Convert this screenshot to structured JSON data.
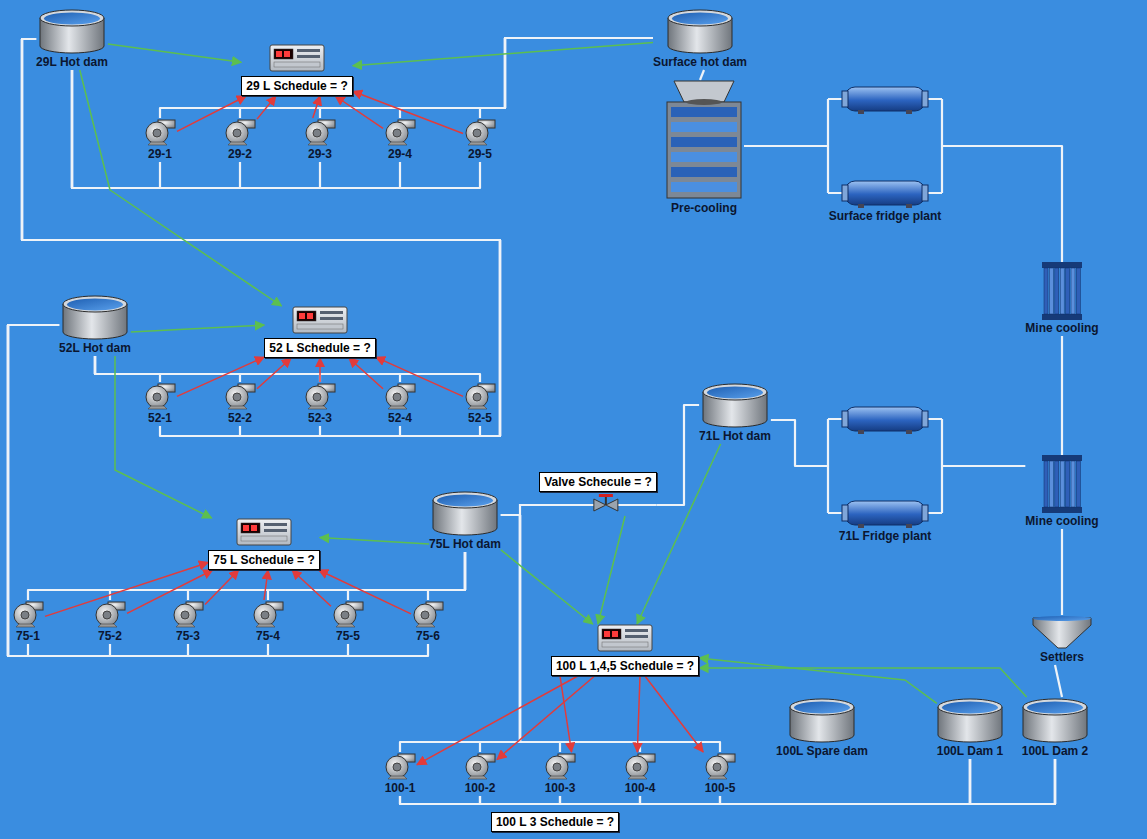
{
  "diagram": {
    "nodes": [
      {
        "text": [
          "29L Hot dam"
        ]
      },
      {
        "text": [
          "29 L Schedule = ?"
        ]
      },
      {
        "text": [
          "Surface hot dam"
        ]
      },
      {
        "text": [
          "29-1"
        ]
      },
      {
        "text": [
          "29-2"
        ]
      },
      {
        "text": [
          "29-3"
        ]
      },
      {
        "text": [
          "29-4"
        ]
      },
      {
        "text": [
          "29-5"
        ]
      },
      {
        "text": [
          "Pre-cooling"
        ]
      },
      {
        "text": [
          "Surface fridge plant"
        ]
      },
      {
        "text": [
          "Mine cooling"
        ]
      },
      {
        "text": [
          "52L Hot dam"
        ]
      },
      {
        "text": [
          "52 L Schedule = ?"
        ]
      },
      {
        "text": [
          "52-1"
        ]
      },
      {
        "text": [
          "52-2"
        ]
      },
      {
        "text": [
          "52-3"
        ]
      },
      {
        "text": [
          "52-4"
        ]
      },
      {
        "text": [
          "52-5"
        ]
      },
      {
        "text": [
          "71L Hot dam"
        ]
      },
      {
        "text": [
          "71L Fridge plant"
        ]
      },
      {
        "text": [
          "Mine cooling"
        ]
      },
      {
        "text": [
          "Valve Schecule = ?"
        ]
      },
      {
        "text": [
          "75 L Schedule = ?"
        ]
      },
      {
        "text": [
          "75L Hot dam"
        ]
      },
      {
        "text": [
          "75-1"
        ]
      },
      {
        "text": [
          "75-2"
        ]
      },
      {
        "text": [
          "75-3"
        ]
      },
      {
        "text": [
          "75-4"
        ]
      },
      {
        "text": [
          "75-5"
        ]
      },
      {
        "text": [
          "75-6"
        ]
      },
      {
        "text": [
          "100 L 1,4,5 Schedule = ?"
        ]
      },
      {
        "text": [
          "Settlers"
        ]
      },
      {
        "text": [
          "100L Spare dam"
        ]
      },
      {
        "text": [
          "100L Dam 1"
        ]
      },
      {
        "text": [
          "100L Dam 2"
        ]
      },
      {
        "text": [
          "100-1"
        ]
      },
      {
        "text": [
          "100-2"
        ]
      },
      {
        "text": [
          "100-3"
        ]
      },
      {
        "text": [
          "100-4"
        ]
      },
      {
        "text": [
          "100-5"
        ]
      },
      {
        "text": [
          "100 L 3 Schedule = ?"
        ]
      }
    ],
    "edges": [
      {
        "from": 0,
        "to": 1,
        "arrow": "to"
      },
      {
        "from": 2,
        "to": 1,
        "arrow": "to"
      },
      {
        "from": 3,
        "to": 1,
        "arrow": "to"
      },
      {
        "from": 4,
        "to": 1,
        "arrow": "to"
      },
      {
        "from": 5,
        "to": 1,
        "arrow": "to"
      },
      {
        "from": 6,
        "to": 1,
        "arrow": "to"
      },
      {
        "from": 7,
        "to": 1,
        "arrow": "to"
      },
      {
        "from": 0,
        "to": 12,
        "arrow": "to"
      },
      {
        "from": 11,
        "to": 12,
        "arrow": "to"
      },
      {
        "from": 13,
        "to": 12,
        "arrow": "to"
      },
      {
        "from": 14,
        "to": 12,
        "arrow": "to"
      },
      {
        "from": 15,
        "to": 12,
        "arrow": "to"
      },
      {
        "from": 16,
        "to": 12,
        "arrow": "to"
      },
      {
        "from": 17,
        "to": 12,
        "arrow": "to"
      },
      {
        "from": 11,
        "to": 22,
        "arrow": "to"
      },
      {
        "from": 23,
        "to": 22,
        "arrow": "to"
      },
      {
        "from": 24,
        "to": 22,
        "arrow": "to"
      },
      {
        "from": 25,
        "to": 22,
        "arrow": "to"
      },
      {
        "from": 26,
        "to": 22,
        "arrow": "to"
      },
      {
        "from": 27,
        "to": 22,
        "arrow": "to"
      },
      {
        "from": 28,
        "to": 22,
        "arrow": "to"
      },
      {
        "from": 29,
        "to": 22,
        "arrow": "to"
      },
      {
        "from": 23,
        "to": 30,
        "arrow": "to"
      },
      {
        "from": 18,
        "to": 30,
        "arrow": "to"
      },
      {
        "from": 21,
        "to": 30,
        "arrow": "to"
      },
      {
        "from": 33,
        "to": 30,
        "arrow": "to"
      },
      {
        "from": 34,
        "to": 30,
        "arrow": "to"
      },
      {
        "from": 30,
        "to": 35,
        "arrow": "to"
      },
      {
        "from": 30,
        "to": 36,
        "arrow": "to"
      },
      {
        "from": 30,
        "to": 37,
        "arrow": "to"
      },
      {
        "from": 30,
        "to": 38,
        "arrow": "to"
      },
      {
        "from": 30,
        "to": 39,
        "arrow": "to"
      },
      {
        "from": 0,
        "to": 3,
        "arrow": "none"
      },
      {
        "from": 0,
        "to": 4,
        "arrow": "none"
      },
      {
        "from": 0,
        "to": 5,
        "arrow": "none"
      },
      {
        "from": 0,
        "to": 6,
        "arrow": "none"
      },
      {
        "from": 0,
        "to": 7,
        "arrow": "none"
      },
      {
        "from": 3,
        "to": 2,
        "arrow": "none"
      },
      {
        "from": 4,
        "to": 2,
        "arrow": "none"
      },
      {
        "from": 5,
        "to": 2,
        "arrow": "none"
      },
      {
        "from": 6,
        "to": 2,
        "arrow": "none"
      },
      {
        "from": 7,
        "to": 2,
        "arrow": "none"
      },
      {
        "from": 2,
        "to": 8,
        "arrow": "none"
      },
      {
        "from": 8,
        "to": 9,
        "arrow": "none"
      },
      {
        "from": 9,
        "to": 10,
        "arrow": "none"
      },
      {
        "from": 10,
        "to": 20,
        "arrow": "none"
      },
      {
        "from": 11,
        "to": 13,
        "arrow": "none"
      },
      {
        "from": 11,
        "to": 14,
        "arrow": "none"
      },
      {
        "from": 11,
        "to": 15,
        "arrow": "none"
      },
      {
        "from": 11,
        "to": 16,
        "arrow": "none"
      },
      {
        "from": 11,
        "to": 17,
        "arrow": "none"
      },
      {
        "from": 13,
        "to": 0,
        "arrow": "none"
      },
      {
        "from": 14,
        "to": 0,
        "arrow": "none"
      },
      {
        "from": 15,
        "to": 0,
        "arrow": "none"
      },
      {
        "from": 16,
        "to": 0,
        "arrow": "none"
      },
      {
        "from": 17,
        "to": 0,
        "arrow": "none"
      },
      {
        "from": 18,
        "to": 19,
        "arrow": "none"
      },
      {
        "from": 19,
        "to": 20,
        "arrow": "none"
      },
      {
        "from": 21,
        "to": 18,
        "arrow": "none"
      },
      {
        "from": 23,
        "to": 24,
        "arrow": "none"
      },
      {
        "from": 23,
        "to": 25,
        "arrow": "none"
      },
      {
        "from": 23,
        "to": 26,
        "arrow": "none"
      },
      {
        "from": 23,
        "to": 27,
        "arrow": "none"
      },
      {
        "from": 23,
        "to": 28,
        "arrow": "none"
      },
      {
        "from": 23,
        "to": 29,
        "arrow": "none"
      },
      {
        "from": 24,
        "to": 11,
        "arrow": "none"
      },
      {
        "from": 25,
        "to": 11,
        "arrow": "none"
      },
      {
        "from": 26,
        "to": 11,
        "arrow": "none"
      },
      {
        "from": 27,
        "to": 11,
        "arrow": "none"
      },
      {
        "from": 28,
        "to": 11,
        "arrow": "none"
      },
      {
        "from": 29,
        "to": 11,
        "arrow": "none"
      },
      {
        "from": 20,
        "to": 31,
        "arrow": "none"
      },
      {
        "from": 31,
        "to": 34,
        "arrow": "none"
      },
      {
        "from": 33,
        "to": 35,
        "arrow": "none"
      },
      {
        "from": 33,
        "to": 36,
        "arrow": "none"
      },
      {
        "from": 33,
        "to": 37,
        "arrow": "none"
      },
      {
        "from": 33,
        "to": 38,
        "arrow": "none"
      },
      {
        "from": 33,
        "to": 39,
        "arrow": "none"
      },
      {
        "from": 34,
        "to": 35,
        "arrow": "none"
      },
      {
        "from": 34,
        "to": 36,
        "arrow": "none"
      },
      {
        "from": 34,
        "to": 37,
        "arrow": "none"
      },
      {
        "from": 34,
        "to": 38,
        "arrow": "none"
      },
      {
        "from": 34,
        "to": 39,
        "arrow": "none"
      },
      {
        "from": 35,
        "to": 23,
        "arrow": "none"
      },
      {
        "from": 36,
        "to": 23,
        "arrow": "none"
      },
      {
        "from": 37,
        "to": 23,
        "arrow": "none"
      },
      {
        "from": 38,
        "to": 23,
        "arrow": "none"
      },
      {
        "from": 39,
        "to": 23,
        "arrow": "none"
      }
    ]
  }
}
